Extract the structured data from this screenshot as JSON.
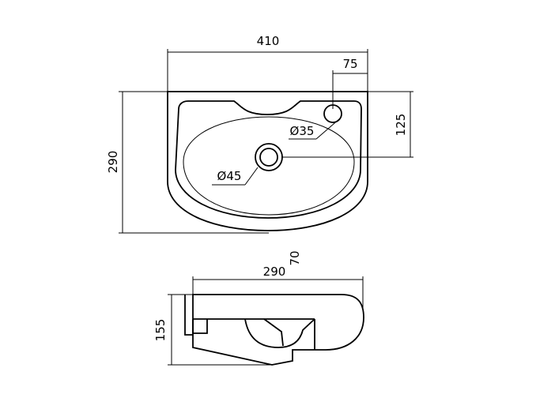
{
  "top_view": {
    "width_label": "410",
    "tap_offset_label": "75",
    "tap_depth_label": "125",
    "depth_label": "290",
    "tap_hole_label": "Ø35",
    "drain_label": "Ø45"
  },
  "side_view": {
    "depth_label": "290",
    "overflow_label": "70",
    "height_label": "155"
  }
}
